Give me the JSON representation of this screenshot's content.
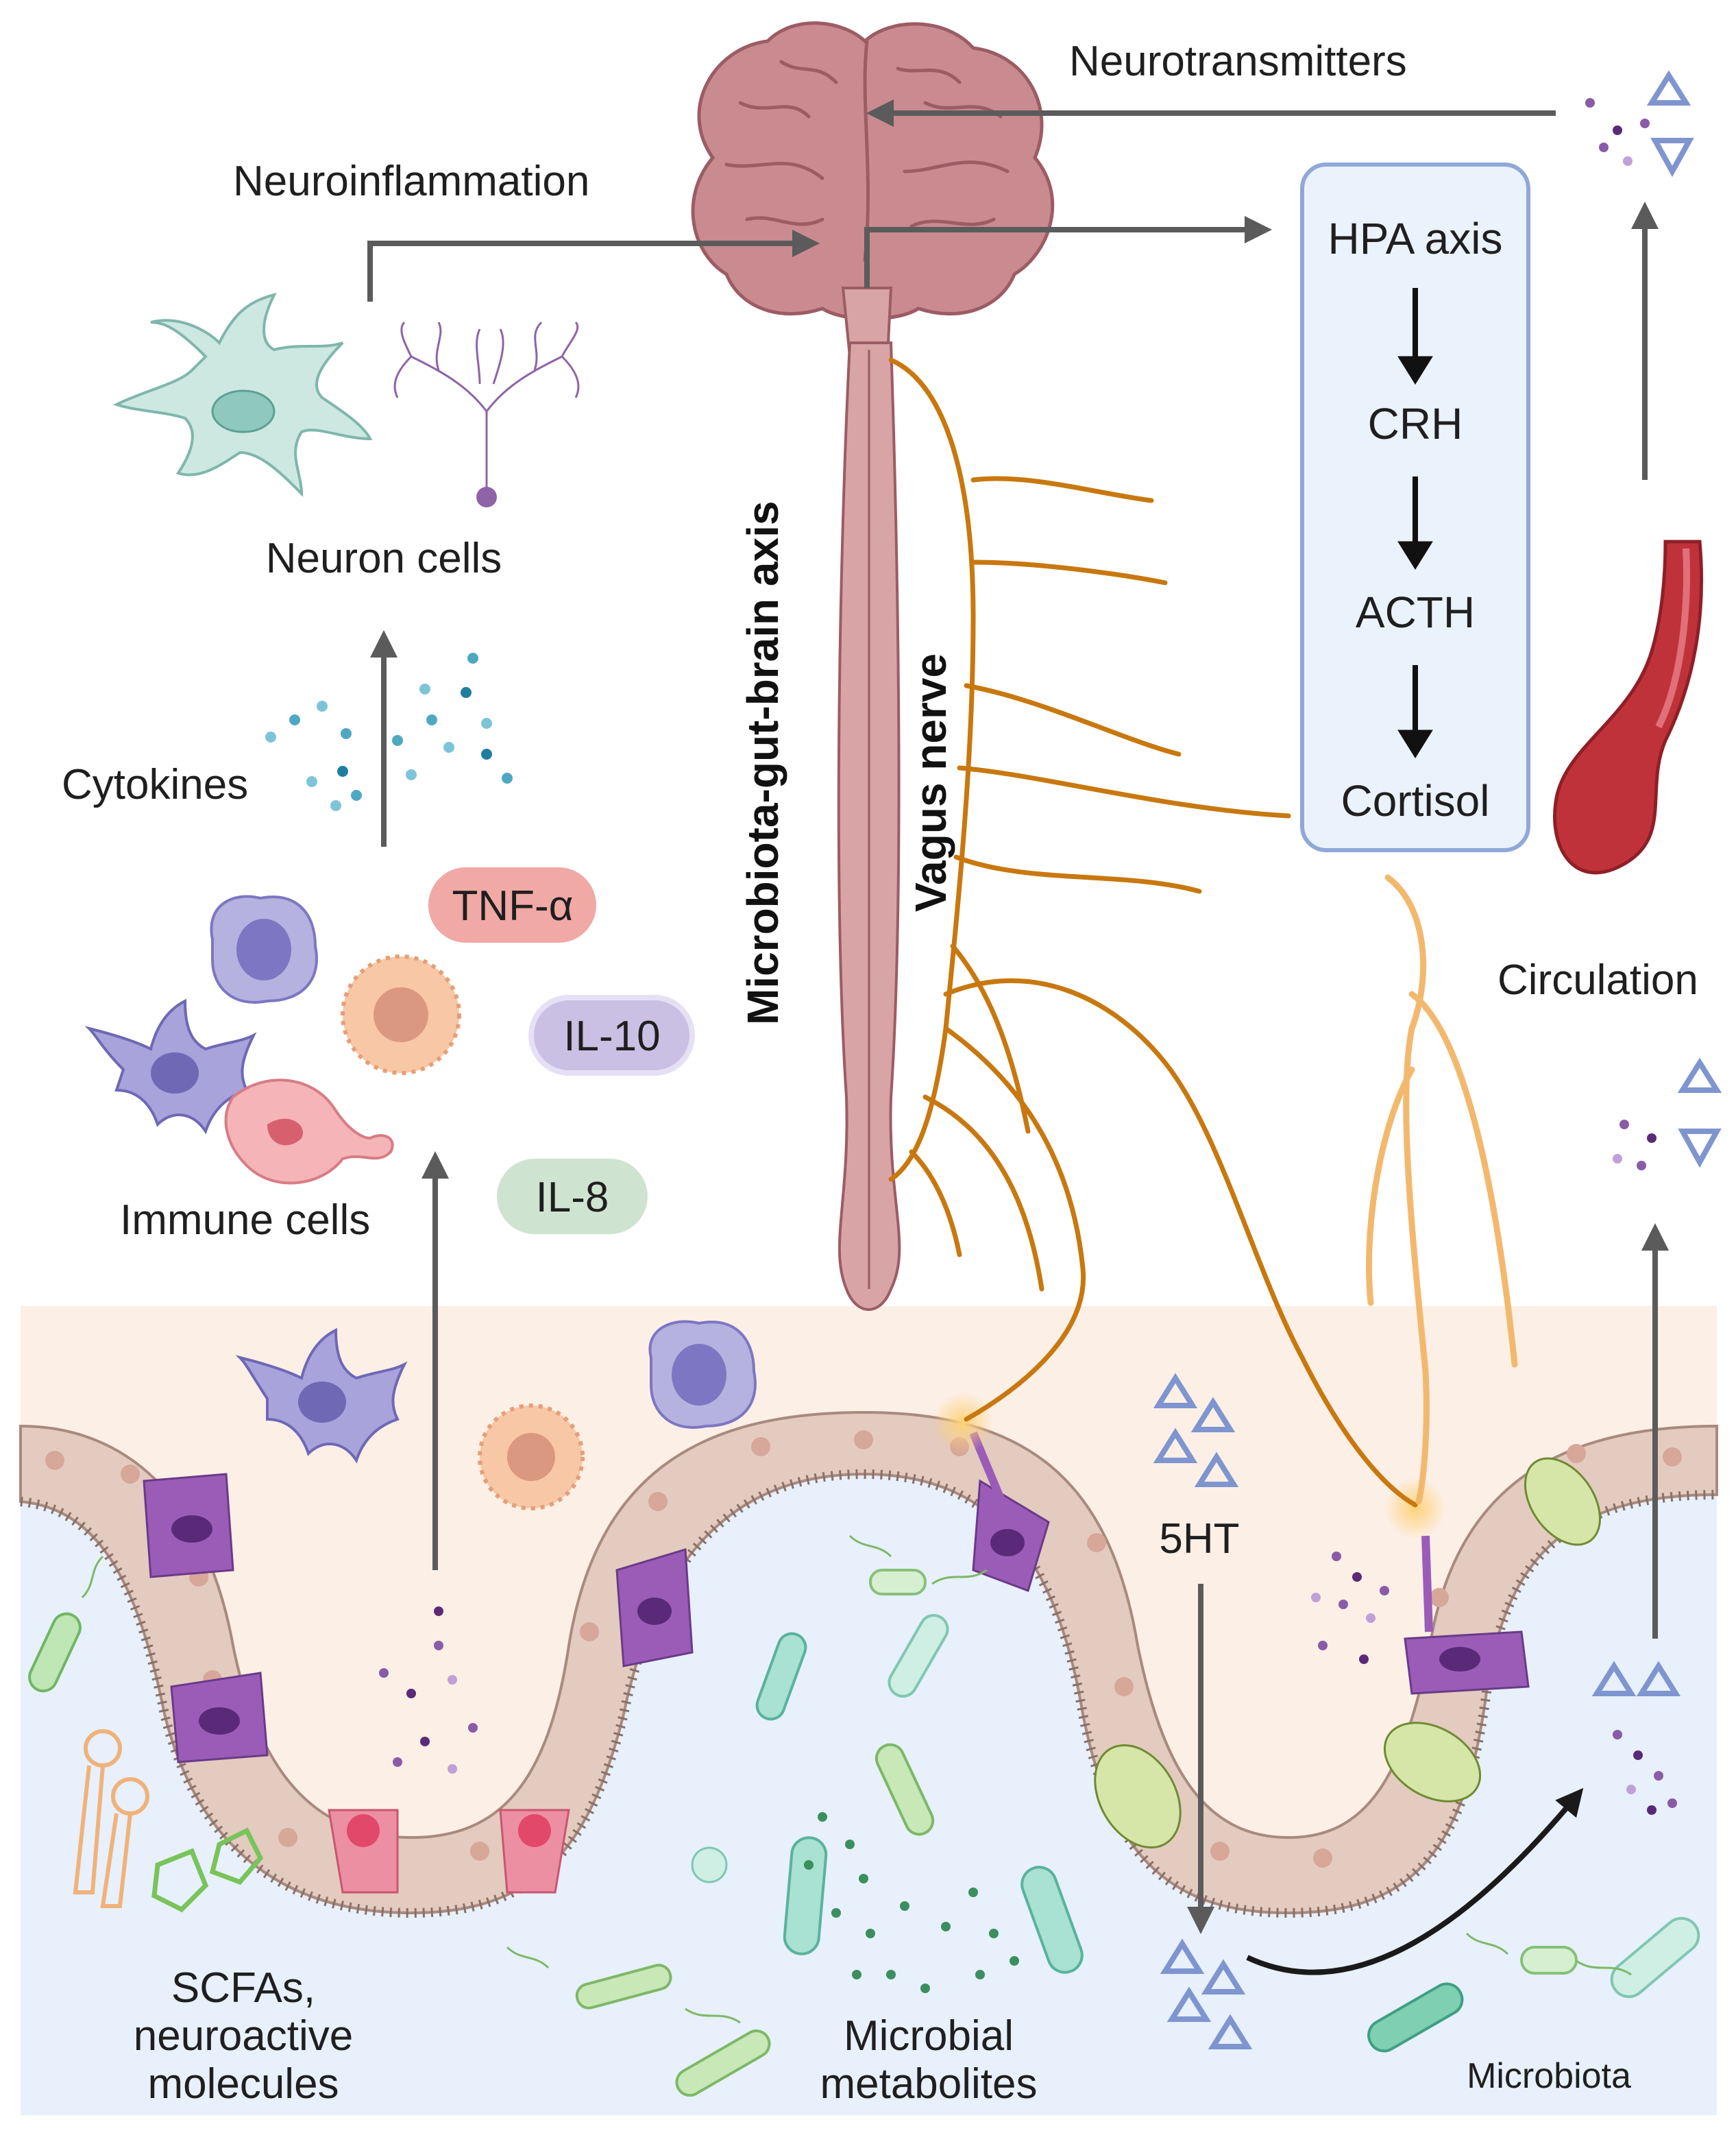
{
  "labels": {
    "neurotransmitters": "Neurotransmitters",
    "neuroinflammation": "Neuroinflammation",
    "neuron_cells": "Neuron cells",
    "cytokines": "Cytokines",
    "immune_cells": "Immune cells",
    "axis_title": "Microbiota-gut-brain axis",
    "vagus_nerve": "Vagus nerve",
    "circulation": "Circulation",
    "serotonin": "5HT",
    "scfas_line1": "SCFAs,",
    "scfas_line2": "neuroactive",
    "scfas_line3": "molecules",
    "metabolites_line1": "Microbial",
    "metabolites_line2": "metabolites",
    "microbiota": "Microbiota"
  },
  "hpa_box": {
    "steps": [
      "HPA axis",
      "CRH",
      "ACTH",
      "Cortisol"
    ]
  },
  "cytokine_badges": [
    {
      "label": "TNF-α",
      "color": "#f0a9a4"
    },
    {
      "label": "IL-10",
      "color": "#c9c0e4"
    },
    {
      "label": "IL-8",
      "color": "#cfe3d1"
    }
  ],
  "colors": {
    "brain": "#c98a90",
    "spinal_cord": "#d8a4a6",
    "vagus_nerve": "#c8780f",
    "hpa_border": "#8fa8d8",
    "hpa_fill": "#eaf2fc",
    "lamina_propria": "#fcefe6",
    "lumen": "#e7f0fb",
    "epithelium": "#e3cbbf",
    "enteroendocrine": "#9b5cb8",
    "goblet": "#e46b85",
    "blood_vessel": "#c0323a",
    "arrow": "#5b5b5b"
  }
}
